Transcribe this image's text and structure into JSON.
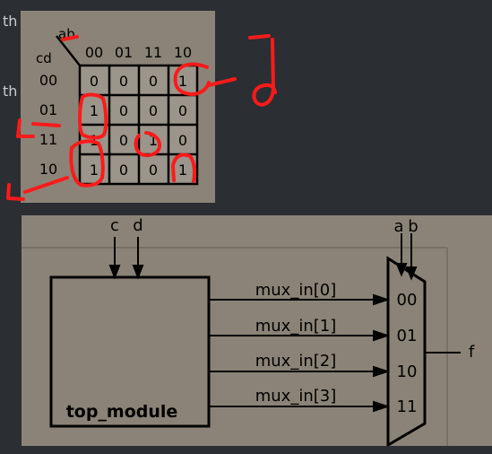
{
  "background_text": {
    "line1": "th",
    "line2": "th"
  },
  "kmap": {
    "ab_label": "ab",
    "cd_label": "cd",
    "col_labels": [
      "00",
      "01",
      "11",
      "10"
    ],
    "row_labels": [
      "00",
      "01",
      "11",
      "10"
    ],
    "cells": [
      [
        "0",
        "0",
        "0",
        "1"
      ],
      [
        "1",
        "0",
        "0",
        "0"
      ],
      [
        "1",
        "0",
        "1",
        "0"
      ],
      [
        "1",
        "0",
        "0",
        "1"
      ]
    ]
  },
  "circuit": {
    "input_c": "c",
    "input_d": "d",
    "select_a": "a",
    "select_b": "b",
    "module_name": "top_module",
    "wires": [
      "mux_in[0]",
      "mux_in[1]",
      "mux_in[2]",
      "mux_in[3]"
    ],
    "mux_inputs": [
      "00",
      "01",
      "10",
      "11"
    ],
    "output": "f"
  },
  "colors": {
    "page_background": "#2b2e32",
    "panel_background": "#8b8377",
    "cell_background": "#9c958b",
    "ink": "#000000",
    "annotation": "#ff1a1a"
  }
}
